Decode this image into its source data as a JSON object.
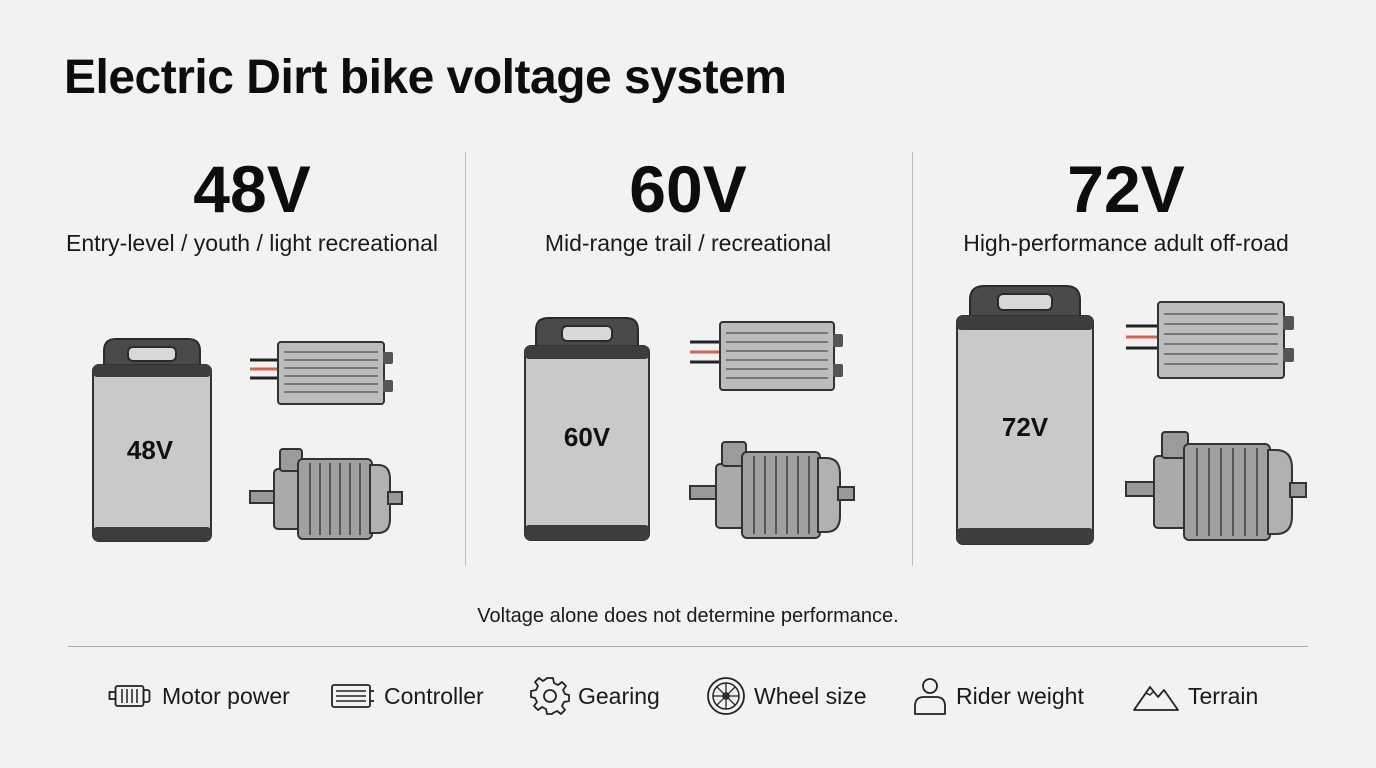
{
  "title": "Electric Dirt bike voltage system",
  "columns": [
    {
      "voltage": "48V",
      "description": "Entry-level / youth / light recreational",
      "battery_label": "48V"
    },
    {
      "voltage": "60V",
      "description": "Mid-range trail / recreational",
      "battery_label": "60V"
    },
    {
      "voltage": "72V",
      "description": "High-performance adult off-road",
      "battery_label": "72V"
    }
  ],
  "footnote": "Voltage alone does not determine performance.",
  "factors": [
    {
      "label": "Motor power",
      "icon": "motor-icon"
    },
    {
      "label": "Controller",
      "icon": "controller-icon"
    },
    {
      "label": "Gearing",
      "icon": "gear-icon"
    },
    {
      "label": "Wheel size",
      "icon": "wheel-icon"
    },
    {
      "label": "Rider weight",
      "icon": "person-icon"
    },
    {
      "label": "Terrain",
      "icon": "mountain-icon"
    }
  ],
  "colors": {
    "battery_body": "#c8c9ca",
    "battery_dark": "#3a3a3a",
    "wire_red": "#d9614f",
    "metal": "#b9babb"
  }
}
